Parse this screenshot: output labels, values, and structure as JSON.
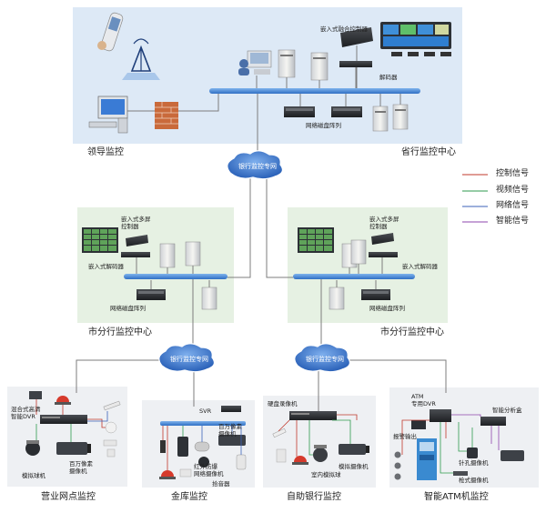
{
  "colors": {
    "control": "#c0392b",
    "video": "#2e9a4e",
    "network": "#3b62b8",
    "smart": "#8e44ad",
    "panel_blue": "#dde9f6",
    "panel_green": "#e6f1e3",
    "panel_gray": "#eef0f3",
    "bus": "#4a88d6"
  },
  "province": {
    "title": "省行监控中心",
    "leader_title": "领导监控",
    "embedded_controller": "嵌入式融合控制器",
    "decoder": "解码器",
    "raid": "网络磁盘阵列"
  },
  "clouds": {
    "top": "银行监控专网",
    "left": "银行监控专网",
    "right": "银行监控专网"
  },
  "branch_left": {
    "title": "市分行监控中心",
    "multi_screen": "嵌入式多屏\n控制器",
    "decoder": "嵌入式解码器",
    "raid": "网络磁盘阵列"
  },
  "branch_right": {
    "title": "市分行监控中心",
    "multi_screen": "嵌入式多屏\n控制器",
    "decoder": "嵌入式解码器",
    "raid": "网络磁盘阵列"
  },
  "legend": [
    {
      "label": "控制信号",
      "color_key": "control"
    },
    {
      "label": "视频信号",
      "color_key": "video"
    },
    {
      "label": "网络信号",
      "color_key": "network"
    },
    {
      "label": "智能信号",
      "color_key": "smart"
    }
  ],
  "sites": {
    "outlet": {
      "title": "营业网点监控",
      "dvr": "混合式高清\n智能DVR",
      "dome": "模拟球机",
      "camera": "百万像素\n摄像机"
    },
    "vault": {
      "title": "金库监控",
      "svr": "SVR",
      "camera": "百万像素\n摄像机",
      "ir_camera": "红外防爆\n网络摄像机",
      "pickup": "拾音器"
    },
    "self_service": {
      "title": "自助银行监控",
      "recorder": "硬盘录像机",
      "dome": "室内模拟球",
      "camera": "模拟摄像机"
    },
    "atm": {
      "title": "智能ATM机监控",
      "dvr": "ATM\n专用DVR",
      "analysis_box": "智能分析盒",
      "alarm_output": "报警输出",
      "pinhole": "针孔摄像机",
      "camera": "枪式摄像机"
    }
  }
}
